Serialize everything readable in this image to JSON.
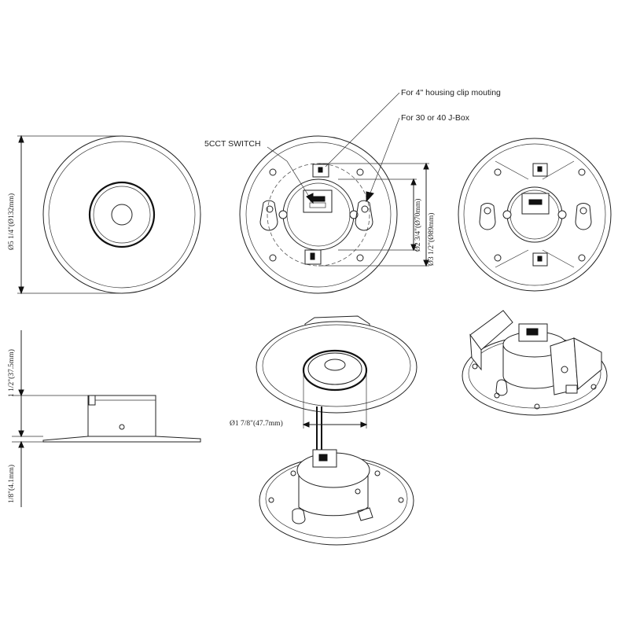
{
  "callouts": {
    "housing_clip": "For 4\" housing clip mouting",
    "jbox": "For 30 or 40 J-Box",
    "switch": "5CCT SWITCH"
  },
  "dimensions": {
    "diameter_outer": "Ø5 1/4\"(Ø132mm)",
    "diameter_70": "Ø2 3/4\"(Ø70mm)",
    "diameter_89": "Ø3 1/2\"(Ø89mm)",
    "height_total": "1 1/2\"(37.5mm)",
    "flange_thickness": "1/8\"(4.1mm)",
    "lens_diameter": "Ø1 7/8\"(47.7mm)"
  },
  "colors": {
    "line": "#222222",
    "background": "#ffffff"
  }
}
